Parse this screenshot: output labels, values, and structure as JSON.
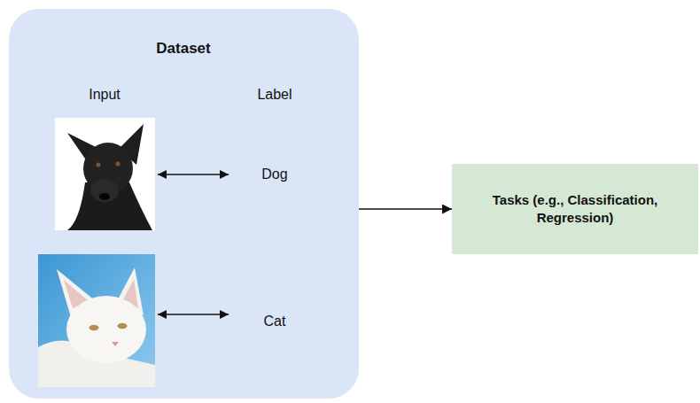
{
  "diagram": {
    "nodes": [
      {
        "text": [
          "Dataset"
        ]
      },
      {
        "text": [
          "Tasks (e.g., Classification, Regression)"
        ]
      }
    ],
    "edges": [
      {
        "from": 0,
        "to": 1,
        "arrow": "to"
      }
    ],
    "labels": [
      "Input",
      "Label",
      "Dog",
      "Cat"
    ]
  }
}
